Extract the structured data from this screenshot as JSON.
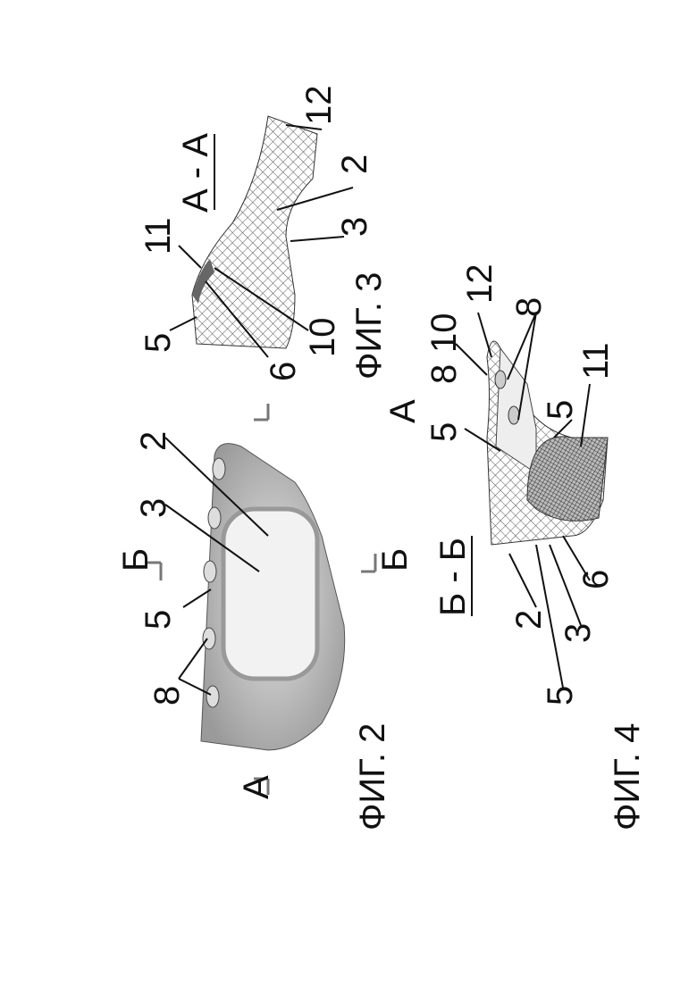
{
  "figures": {
    "fig2": {
      "caption": "ФИГ. 2",
      "labels": [
        "8",
        "5",
        "3",
        "2"
      ],
      "section_marks": [
        "А",
        "А",
        "Б",
        "Б"
      ]
    },
    "fig3": {
      "caption": "ФИГ. 3",
      "section_title": "А - А",
      "labels": [
        "5",
        "11",
        "6",
        "10",
        "12",
        "2",
        "3"
      ]
    },
    "fig4": {
      "caption": "ФИГ. 4",
      "section_title": "Б - Б",
      "labels": [
        "8",
        "5",
        "10",
        "12",
        "8",
        "5",
        "11",
        "2",
        "5",
        "3",
        "6"
      ]
    }
  }
}
